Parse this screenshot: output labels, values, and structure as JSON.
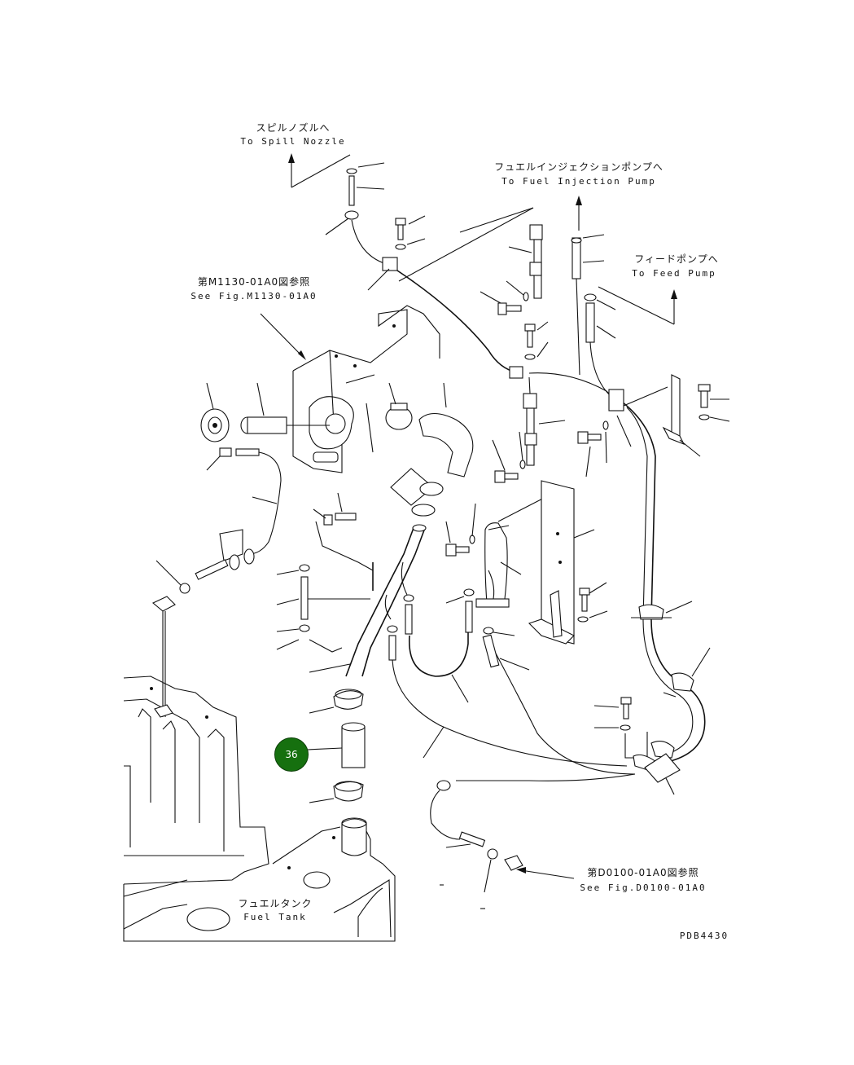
{
  "labels": {
    "spill_nozzle_jp": "スピルノズルへ",
    "spill_nozzle_en": "To Spill Nozzle",
    "injection_pump_jp": "フュエルインジェクションポンプへ",
    "injection_pump_en": "To Fuel Injection Pump",
    "feed_pump_jp": "フィードポンプへ",
    "feed_pump_en": "To Feed Pump",
    "see_m1130_jp": "第M1130-01A0図参照",
    "see_m1130_en": "See Fig.M1130-01A0",
    "see_d0100_jp": "第D0100-01A0図参照",
    "see_d0100_en": "See Fig.D0100-01A0",
    "fuel_tank_jp": "フュエルタンク",
    "fuel_tank_en": "Fuel Tank",
    "drawing_code": "PDB4430"
  },
  "callouts": [
    {
      "number": "36",
      "color": "#16700f"
    }
  ]
}
